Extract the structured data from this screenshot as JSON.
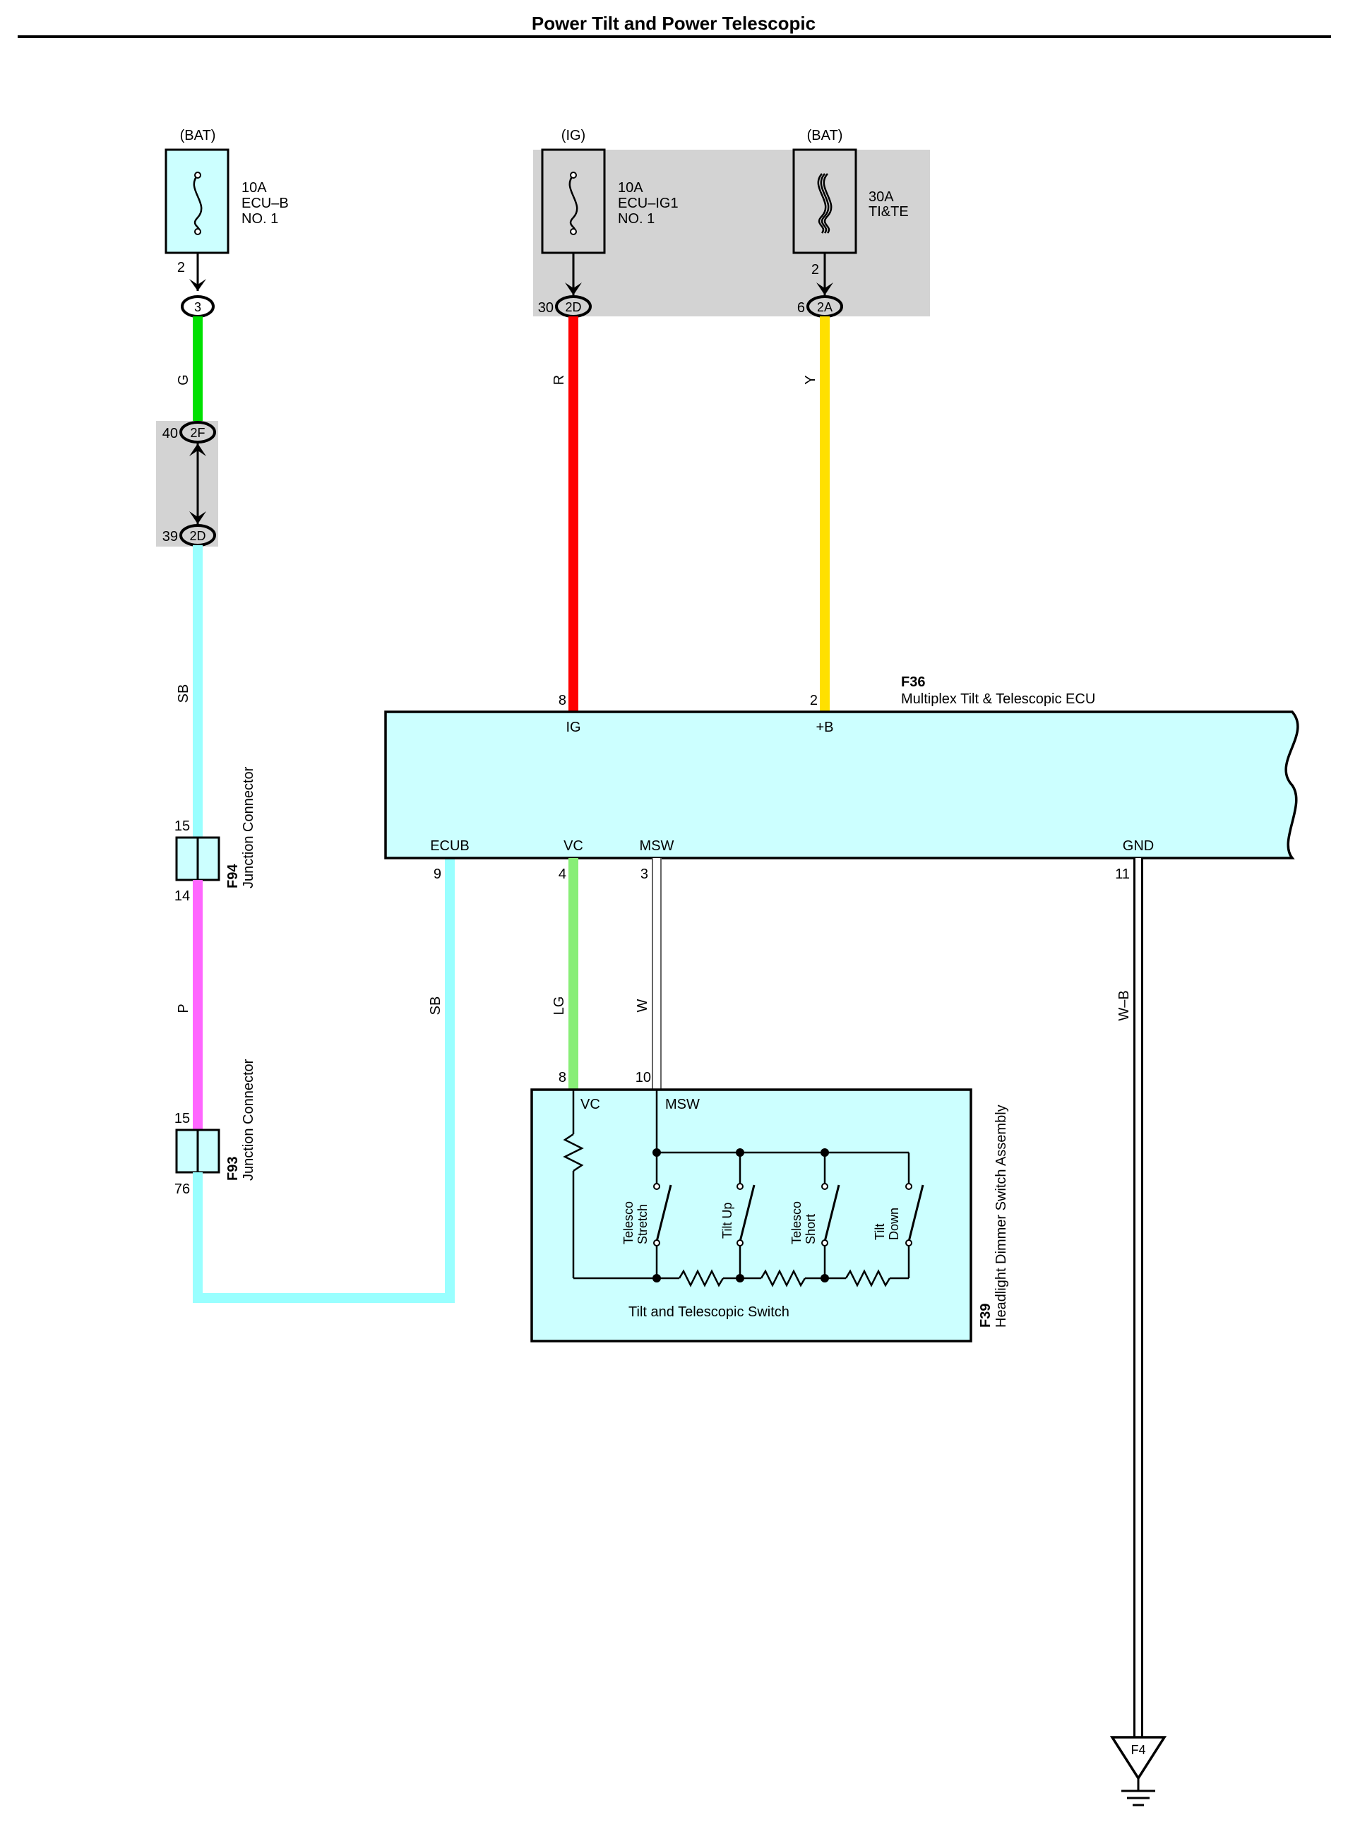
{
  "title": "Power Tilt and Power Telescopic",
  "colors": {
    "box_fill": "#ccffff",
    "shade": "#d3d3d3",
    "wire_G": "#00e000",
    "wire_SB": "#99ffff",
    "wire_P": "#ff66ff",
    "wire_R": "#ff0000",
    "wire_Y": "#ffe000",
    "wire_LG": "#88ee77",
    "wire_W": "#ffffff",
    "wire_WB": "#ffffff"
  },
  "fuses": [
    {
      "source": "(BAT)",
      "amp": "10A",
      "name_1": "ECU–B",
      "name_2": "NO. 1",
      "pin": "2",
      "connector": "3",
      "connector_pin": ""
    },
    {
      "source": "(IG)",
      "amp": "10A",
      "name_1": "ECU–IG1",
      "name_2": "NO. 1",
      "pin": "",
      "connector": "2D",
      "connector_pin": "30"
    },
    {
      "source": "(BAT)",
      "amp": "30A",
      "name_1": "TI&TE",
      "name_2": "",
      "pin": "2",
      "connector": "2A",
      "connector_pin": "6"
    }
  ],
  "junction_2f_2d": {
    "top_pin": "40",
    "top_conn": "2F",
    "bottom_pin": "39",
    "bottom_conn": "2D"
  },
  "wires": {
    "g": "G",
    "sb_upper": "SB",
    "p": "P",
    "r": "R",
    "y": "Y",
    "sb_lower": "SB",
    "lg": "LG",
    "w": "W",
    "wb": "W–B"
  },
  "f94": {
    "id": "F94",
    "name": "Junction Connector",
    "pin_top": "15",
    "pin_bottom": "14"
  },
  "f93": {
    "id": "F93",
    "name": "Junction Connector",
    "pin_top": "15",
    "pin_bottom": "76"
  },
  "ecu": {
    "id": "F36",
    "name": "Multiplex Tilt & Telescopic ECU",
    "terminals": [
      {
        "label": "IG",
        "pin": "8"
      },
      {
        "label": "+B",
        "pin": "2"
      },
      {
        "label": "ECUB",
        "pin": "9"
      },
      {
        "label": "VC",
        "pin": "4"
      },
      {
        "label": "MSW",
        "pin": "3"
      },
      {
        "label": "GND",
        "pin": "11"
      }
    ]
  },
  "switch_assembly": {
    "id": "F39",
    "name": "Headlight Dimmer Switch Assembly",
    "inner_label": "Tilt and Telescopic Switch",
    "vc_label": "VC",
    "vc_pin": "8",
    "msw_label": "MSW",
    "msw_pin": "10",
    "switches": [
      {
        "line1": "Telesco",
        "line2": "Stretch"
      },
      {
        "line1": "Tilt Up",
        "line2": ""
      },
      {
        "line1": "Telesco",
        "line2": "Short"
      },
      {
        "line1": "Tilt",
        "line2": "Down"
      }
    ]
  },
  "ground": {
    "label": "F4"
  }
}
